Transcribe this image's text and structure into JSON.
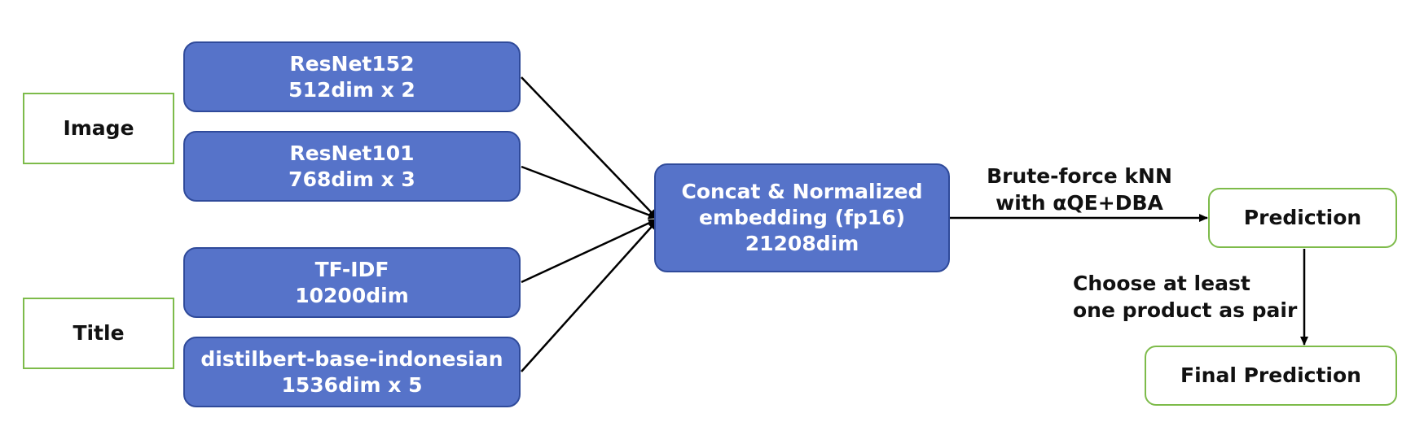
{
  "inputs": {
    "image": "Image",
    "title": "Title"
  },
  "encoders": [
    {
      "line1": "ResNet152",
      "line2": "512dim x 2"
    },
    {
      "line1": "ResNet101",
      "line2": "768dim x 3"
    },
    {
      "line1": "TF-IDF",
      "line2": "10200dim"
    },
    {
      "line1": "distilbert-base-indonesian",
      "line2": "1536dim x 5"
    }
  ],
  "concat": {
    "line1": "Concat & Normalized",
    "line2": "embedding (fp16)",
    "line3": "21208dim"
  },
  "knn_label": {
    "line1": "Brute-force kNN",
    "line2": "with αQE+DBA"
  },
  "prediction": "Prediction",
  "choose_label": {
    "line1": "Choose at least",
    "line2": "one product as pair"
  },
  "final_prediction": "Final Prediction",
  "colors": {
    "encoder_fill": "#5673c9",
    "encoder_border": "#2f4a9a",
    "input_border": "#7dbb4a",
    "arrow": "#000000"
  }
}
